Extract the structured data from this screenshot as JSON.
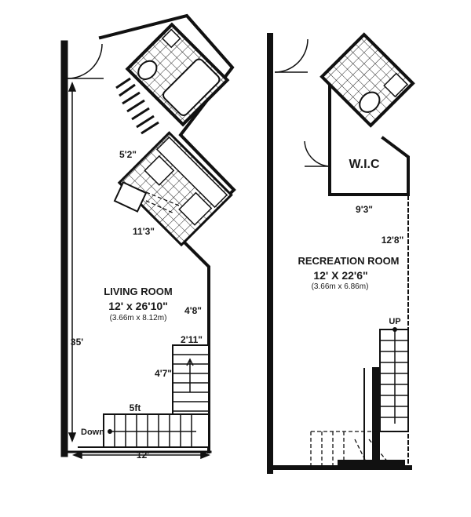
{
  "floor_plan": {
    "left_level": {
      "room_name": "LIVING ROOM",
      "room_size": "12' x 26'10\"",
      "room_size_metric": "(3.66m x 8.12m)",
      "dims": {
        "d_5_2": "5'2\"",
        "d_11_3": "11'3\"",
        "d_4_8": "4'8\"",
        "d_2_11": "2'11\"",
        "d_4_7": "4'7\"",
        "d_5ft": "5ft",
        "d_35": "35'",
        "d_12": "12'"
      },
      "stair_label": "Down"
    },
    "right_level": {
      "room_name": "RECREATION ROOM",
      "room_size": "12' X 22'6\"",
      "room_size_metric": "(3.66m x 6.86m)",
      "closet_label": "W.I.C",
      "dims": {
        "d_9_3": "9'3\"",
        "d_12_8": "12'8\""
      },
      "stair_label": "UP"
    }
  }
}
